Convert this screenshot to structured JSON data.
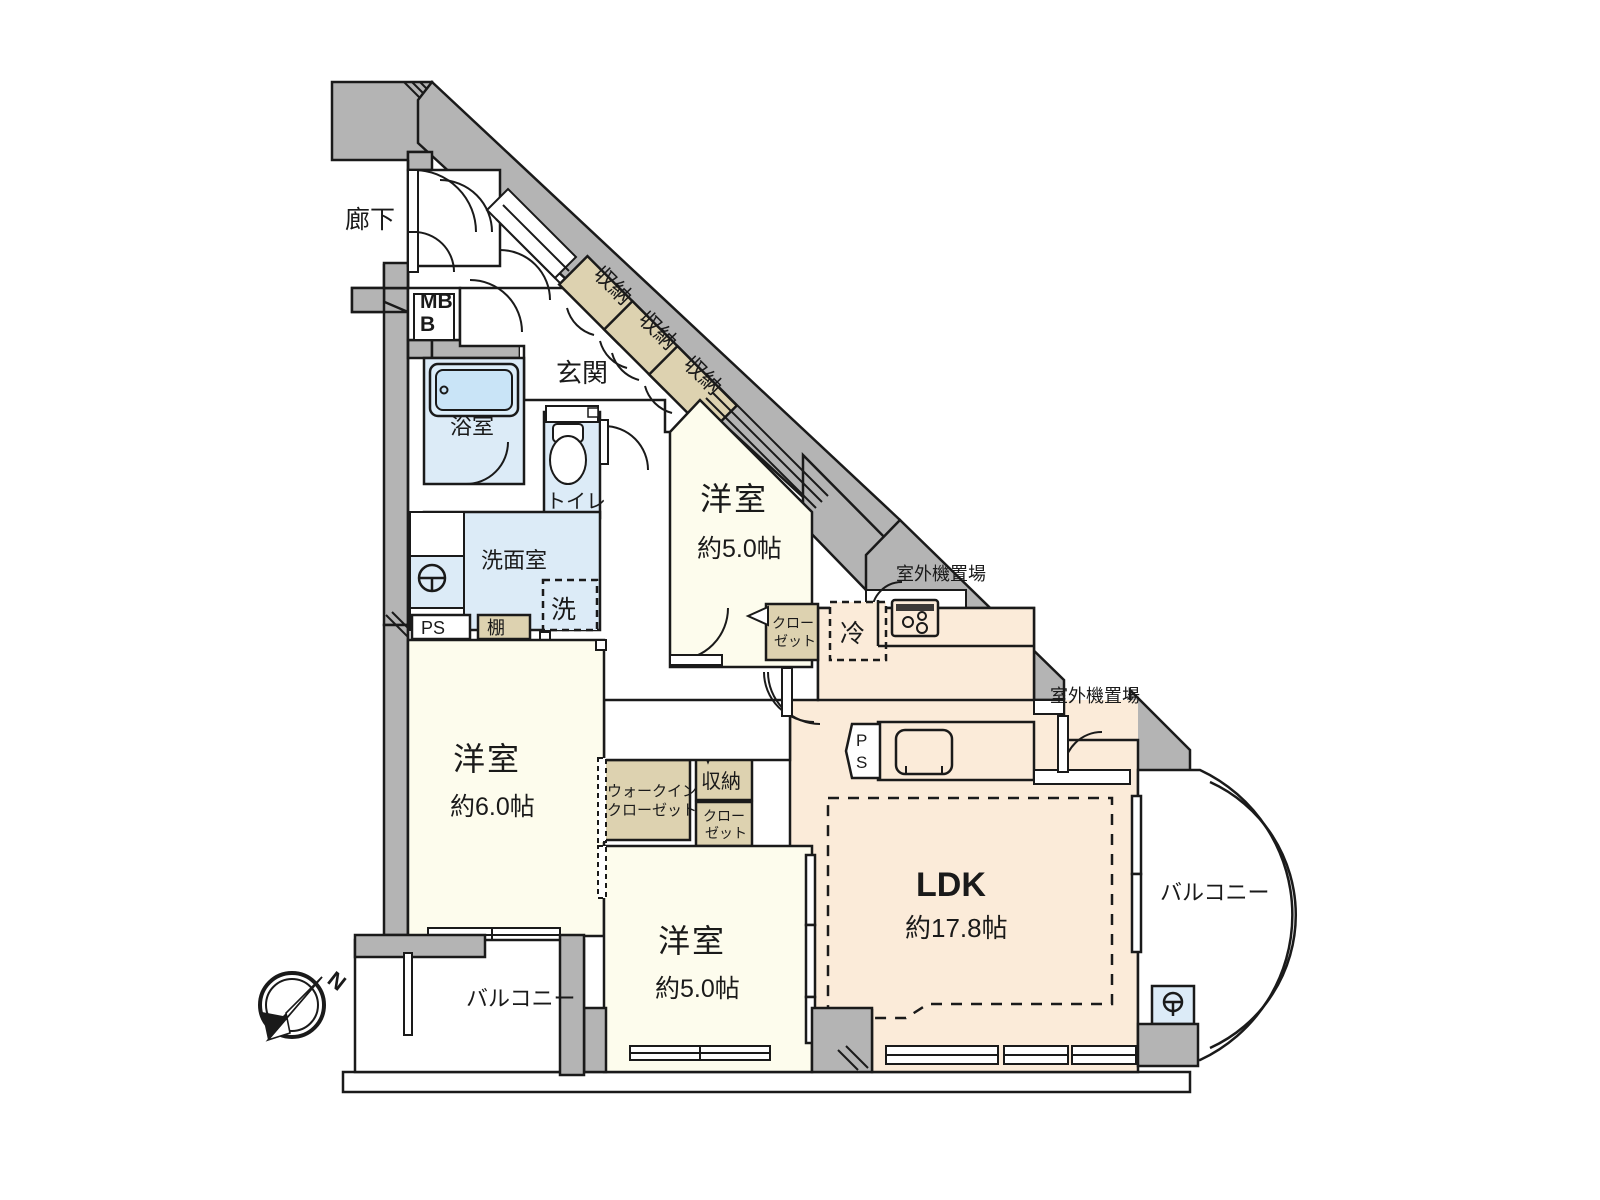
{
  "plan": {
    "type": "apartment-floor-plan",
    "compass": {
      "label": "N",
      "name": "north-arrow"
    },
    "rooms": [
      {
        "id": "corridor",
        "label": "廊下",
        "size": ""
      },
      {
        "id": "mb",
        "label": "MB",
        "size": ""
      },
      {
        "id": "entrance",
        "label": "玄関",
        "size": ""
      },
      {
        "id": "bath",
        "label": "浴室",
        "size": ""
      },
      {
        "id": "toilet",
        "label": "トイレ",
        "size": ""
      },
      {
        "id": "washroom",
        "label": "洗面室",
        "size": ""
      },
      {
        "id": "bedroom1",
        "label": "洋室",
        "size": "約5.0帖"
      },
      {
        "id": "bedroom2",
        "label": "洋室",
        "size": "約6.0帖"
      },
      {
        "id": "bedroom3",
        "label": "洋室",
        "size": "約5.0帖"
      },
      {
        "id": "ldk",
        "label": "LDK",
        "size": "約17.8帖"
      },
      {
        "id": "balcony1",
        "label": "バルコニー",
        "size": ""
      },
      {
        "id": "balcony2",
        "label": "バルコニー",
        "size": ""
      }
    ],
    "storage": [
      {
        "id": "shunou1",
        "label": "収納"
      },
      {
        "id": "shunou2",
        "label": "収納"
      },
      {
        "id": "shunou3",
        "label": "収納"
      },
      {
        "id": "shunou4",
        "label": "収納"
      },
      {
        "id": "closet1",
        "label_line1": "クロー",
        "label_line2": "ゼット"
      },
      {
        "id": "closet2",
        "label_line1": "クロー",
        "label_line2": "ゼット"
      },
      {
        "id": "wic",
        "label_line1": "ウォークイン",
        "label_line2": "クローゼット"
      },
      {
        "id": "shelf",
        "label": "棚"
      }
    ],
    "fixtures": [
      {
        "id": "washer",
        "label": "洗"
      },
      {
        "id": "fridge",
        "label": "冷"
      },
      {
        "id": "ps_left",
        "label": "PS"
      },
      {
        "id": "ps_kitchen_line1",
        "label": "P"
      },
      {
        "id": "ps_kitchen_line2",
        "label": "S"
      }
    ],
    "annotations": [
      {
        "id": "outdoor-unit-1",
        "label": "室外機置場"
      },
      {
        "id": "outdoor-unit-2",
        "label": "室外機置場"
      }
    ],
    "colors": {
      "wall_fill": "#b4b4b4",
      "wall_stroke": "#1a1a1a",
      "room_tatami": "#fdfced",
      "ldk": "#fbebd9",
      "water": "#dcebf7",
      "storage": "#ddd2b0",
      "white": "#ffffff"
    }
  }
}
